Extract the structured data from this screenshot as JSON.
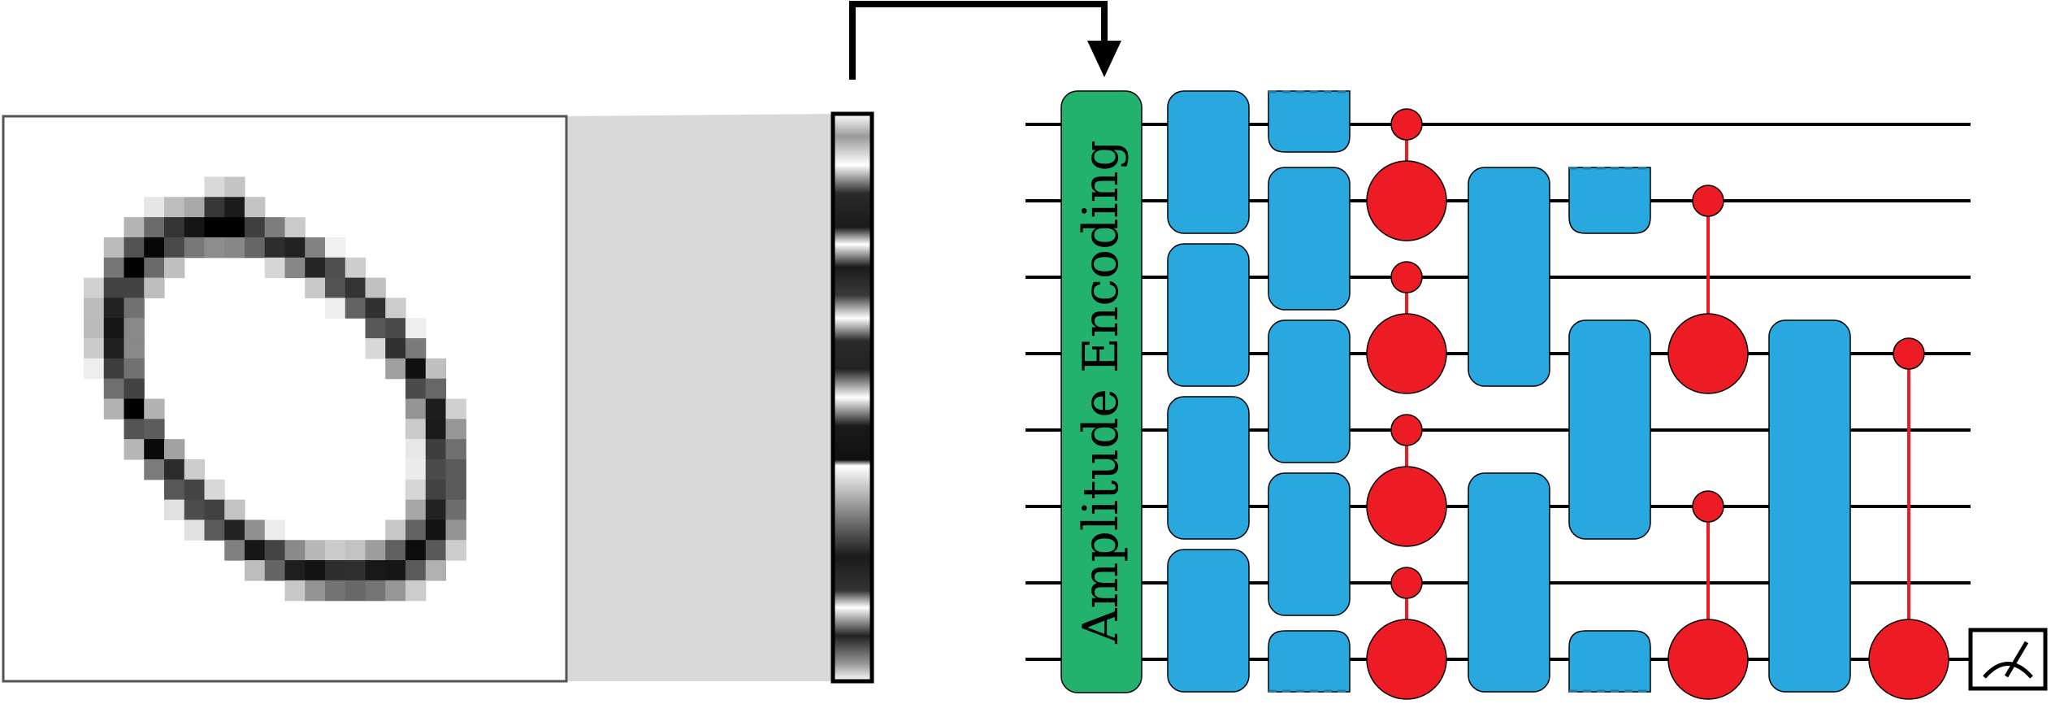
{
  "diagram": {
    "encoding_label": "Amplitude Encoding",
    "input_image": {
      "kind": "handwritten digit (MNIST-style zero)",
      "grid_size": 28
    },
    "amplitude_vector": {
      "kind": "flattened pixel intensity strip"
    },
    "circuit": {
      "num_qubits": 8,
      "measured_qubit": 8,
      "layers": [
        {
          "type": "block",
          "pairs": [
            [
              1,
              2
            ],
            [
              3,
              4
            ],
            [
              5,
              6
            ],
            [
              7,
              8
            ]
          ]
        },
        {
          "type": "block",
          "pairs": [
            [
              2,
              3
            ],
            [
              4,
              5
            ],
            [
              6,
              7
            ]
          ],
          "wrap": [
            1,
            8
          ]
        },
        {
          "type": "pool",
          "controls": [
            1,
            3,
            5,
            7
          ],
          "targets": [
            2,
            4,
            6,
            8
          ]
        },
        {
          "type": "block",
          "pairs": [
            [
              2,
              4
            ],
            [
              6,
              8
            ]
          ]
        },
        {
          "type": "block",
          "pairs": [
            [
              4,
              6
            ]
          ],
          "wrap": [
            2,
            8
          ]
        },
        {
          "type": "pool",
          "controls": [
            2,
            6
          ],
          "targets": [
            4,
            8
          ]
        },
        {
          "type": "block",
          "pairs": [
            [
              4,
              8
            ]
          ]
        },
        {
          "type": "pool",
          "controls": [
            4
          ],
          "targets": [
            8
          ]
        }
      ]
    },
    "colors": {
      "encoding": "#23B26D",
      "block": "#29A8E0",
      "pooling": "#ED1C24",
      "zoom_shade": "#D9D9D9"
    },
    "icons": [
      "down-arrow-icon",
      "measurement-meter-icon"
    ]
  }
}
